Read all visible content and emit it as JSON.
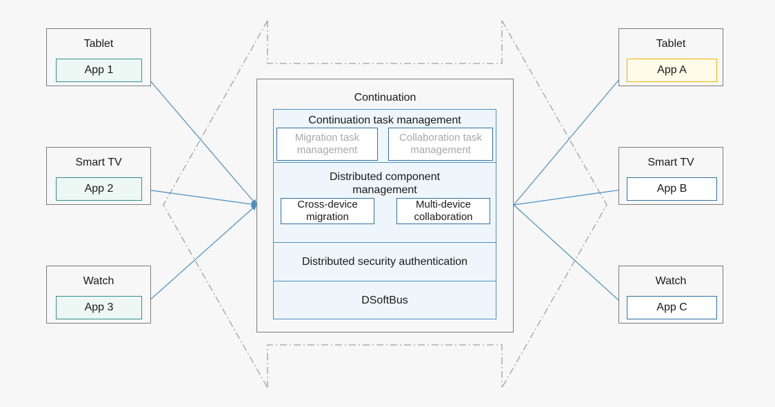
{
  "left_devices": [
    {
      "device": "Tablet",
      "app": "App 1"
    },
    {
      "device": "Smart TV",
      "app": "App 2"
    },
    {
      "device": "Watch",
      "app": "App 3"
    }
  ],
  "right_devices": [
    {
      "device": "Tablet",
      "app": "App A"
    },
    {
      "device": "Smart TV",
      "app": "App B"
    },
    {
      "device": "Watch",
      "app": "App C"
    }
  ],
  "continuation": {
    "title": "Continuation",
    "task_management": {
      "title": "Continuation task management",
      "migration": "Migration task management",
      "collaboration": "Collaboration task management"
    },
    "component_management": {
      "title": "Distributed component management",
      "cross_device": "Cross-device migration",
      "multi_device": "Multi-device collaboration"
    },
    "security": "Distributed security authentication",
    "softbus": "DSoftBus"
  },
  "colors": {
    "arrow": "#4a8fc2",
    "highlight_border": "#f0b400",
    "dashed": "#a0a0a0"
  }
}
